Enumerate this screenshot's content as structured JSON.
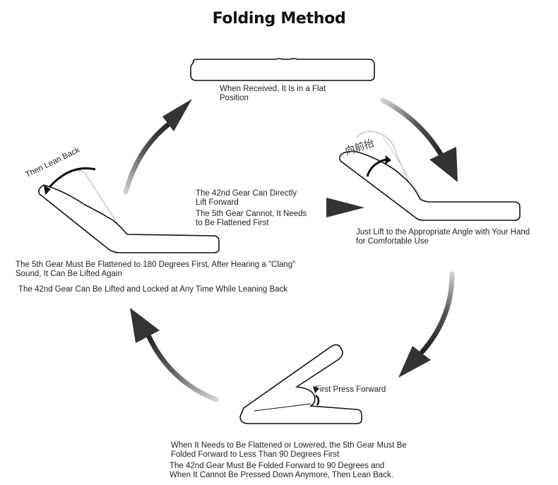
{
  "title": "Folding Method",
  "labels": {
    "flat": [
      "When Received, It Is in a Flat",
      "Position"
    ],
    "lift": [
      "Just Lift to the Appropriate Angle with Your Hand",
      "for Comfortable Use"
    ],
    "press": "First Press Forward",
    "bottom_1": [
      "When It Needs to Be Flattened or Lowered, the 5th Gear Must Be",
      "Folded Forward to Less Than 90 Degrees First"
    ],
    "bottom_2": [
      "The 42nd Gear Must Be Folded Forward to 90 Degrees and",
      "When It Cannot Be Pressed Down Anymore, Then Lean Back."
    ],
    "left_1": [
      "The 5th Gear Must Be Flattened to 180 Degrees First, After Hearing a \"Clang\"",
      "Sound, It Can Be Lifted Again"
    ],
    "left_2": "The 42nd Gear Can Be Lifted and Locked at Any Time While Leaning Back",
    "lean": "Then Lean Back",
    "center_1": [
      "The 42nd Gear Can Directly",
      "Lift Forward"
    ],
    "center_2": [
      "The 5th Gear Cannot, It Needs",
      "to Be Flattened First"
    ],
    "cjk": "向前抬"
  },
  "colors": {
    "arrow_dark": "#333333",
    "arrow_light": "#c8c8c8",
    "outline": "#111111"
  }
}
